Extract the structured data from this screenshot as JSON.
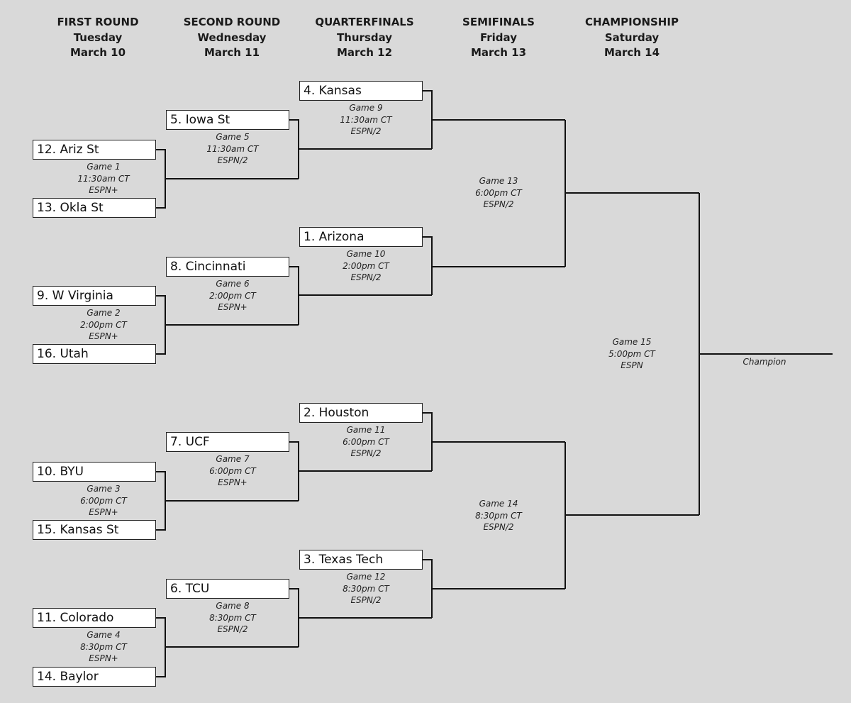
{
  "rounds": [
    {
      "name": "FIRST ROUND",
      "day": "Tuesday",
      "date": "March 10"
    },
    {
      "name": "SECOND ROUND",
      "day": "Wednesday",
      "date": "March 11"
    },
    {
      "name": "QUARTERFINALS",
      "day": "Thursday",
      "date": "March 12"
    },
    {
      "name": "SEMIFINALS",
      "day": "Friday",
      "date": "March 13"
    },
    {
      "name": "CHAMPIONSHIP",
      "day": "Saturday",
      "date": "March 14"
    }
  ],
  "teams": {
    "arizst": "12. Ariz St",
    "oklast": "13. Okla St",
    "wvirginia": "9. W Virginia",
    "utah": "16. Utah",
    "byu": "10. BYU",
    "kansasst": "15. Kansas St",
    "colorado": "11. Colorado",
    "baylor": "14. Baylor",
    "iowast": "5. Iowa St",
    "cincinnati": "8. Cincinnati",
    "ucf": "7. UCF",
    "tcu": "6. TCU",
    "kansas": "4. Kansas",
    "arizona": "1. Arizona",
    "houston": "2. Houston",
    "texastech": "3. Texas Tech"
  },
  "games": {
    "g1": {
      "game": "Game 1",
      "time": "11:30am CT",
      "network": "ESPN+"
    },
    "g2": {
      "game": "Game 2",
      "time": "2:00pm CT",
      "network": "ESPN+"
    },
    "g3": {
      "game": "Game 3",
      "time": "6:00pm CT",
      "network": "ESPN+"
    },
    "g4": {
      "game": "Game 4",
      "time": "8:30pm CT",
      "network": "ESPN+"
    },
    "g5": {
      "game": "Game 5",
      "time": "11:30am CT",
      "network": "ESPN/2"
    },
    "g6": {
      "game": "Game 6",
      "time": "2:00pm CT",
      "network": "ESPN+"
    },
    "g7": {
      "game": "Game 7",
      "time": "6:00pm CT",
      "network": "ESPN+"
    },
    "g8": {
      "game": "Game 8",
      "time": "8:30pm CT",
      "network": "ESPN/2"
    },
    "g9": {
      "game": "Game 9",
      "time": "11:30am CT",
      "network": "ESPN/2"
    },
    "g10": {
      "game": "Game 10",
      "time": "2:00pm CT",
      "network": "ESPN/2"
    },
    "g11": {
      "game": "Game 11",
      "time": "6:00pm CT",
      "network": "ESPN/2"
    },
    "g12": {
      "game": "Game 12",
      "time": "8:30pm CT",
      "network": "ESPN/2"
    },
    "g13": {
      "game": "Game 13",
      "time": "6:00pm CT",
      "network": "ESPN/2"
    },
    "g14": {
      "game": "Game 14",
      "time": "8:30pm CT",
      "network": "ESPN/2"
    },
    "g15": {
      "game": "Game 15",
      "time": "5:00pm CT",
      "network": "ESPN"
    }
  },
  "champion_label": "Champion",
  "colors": {
    "background": "#d9d9d9",
    "line": "#111111",
    "box": "#ffffff"
  }
}
